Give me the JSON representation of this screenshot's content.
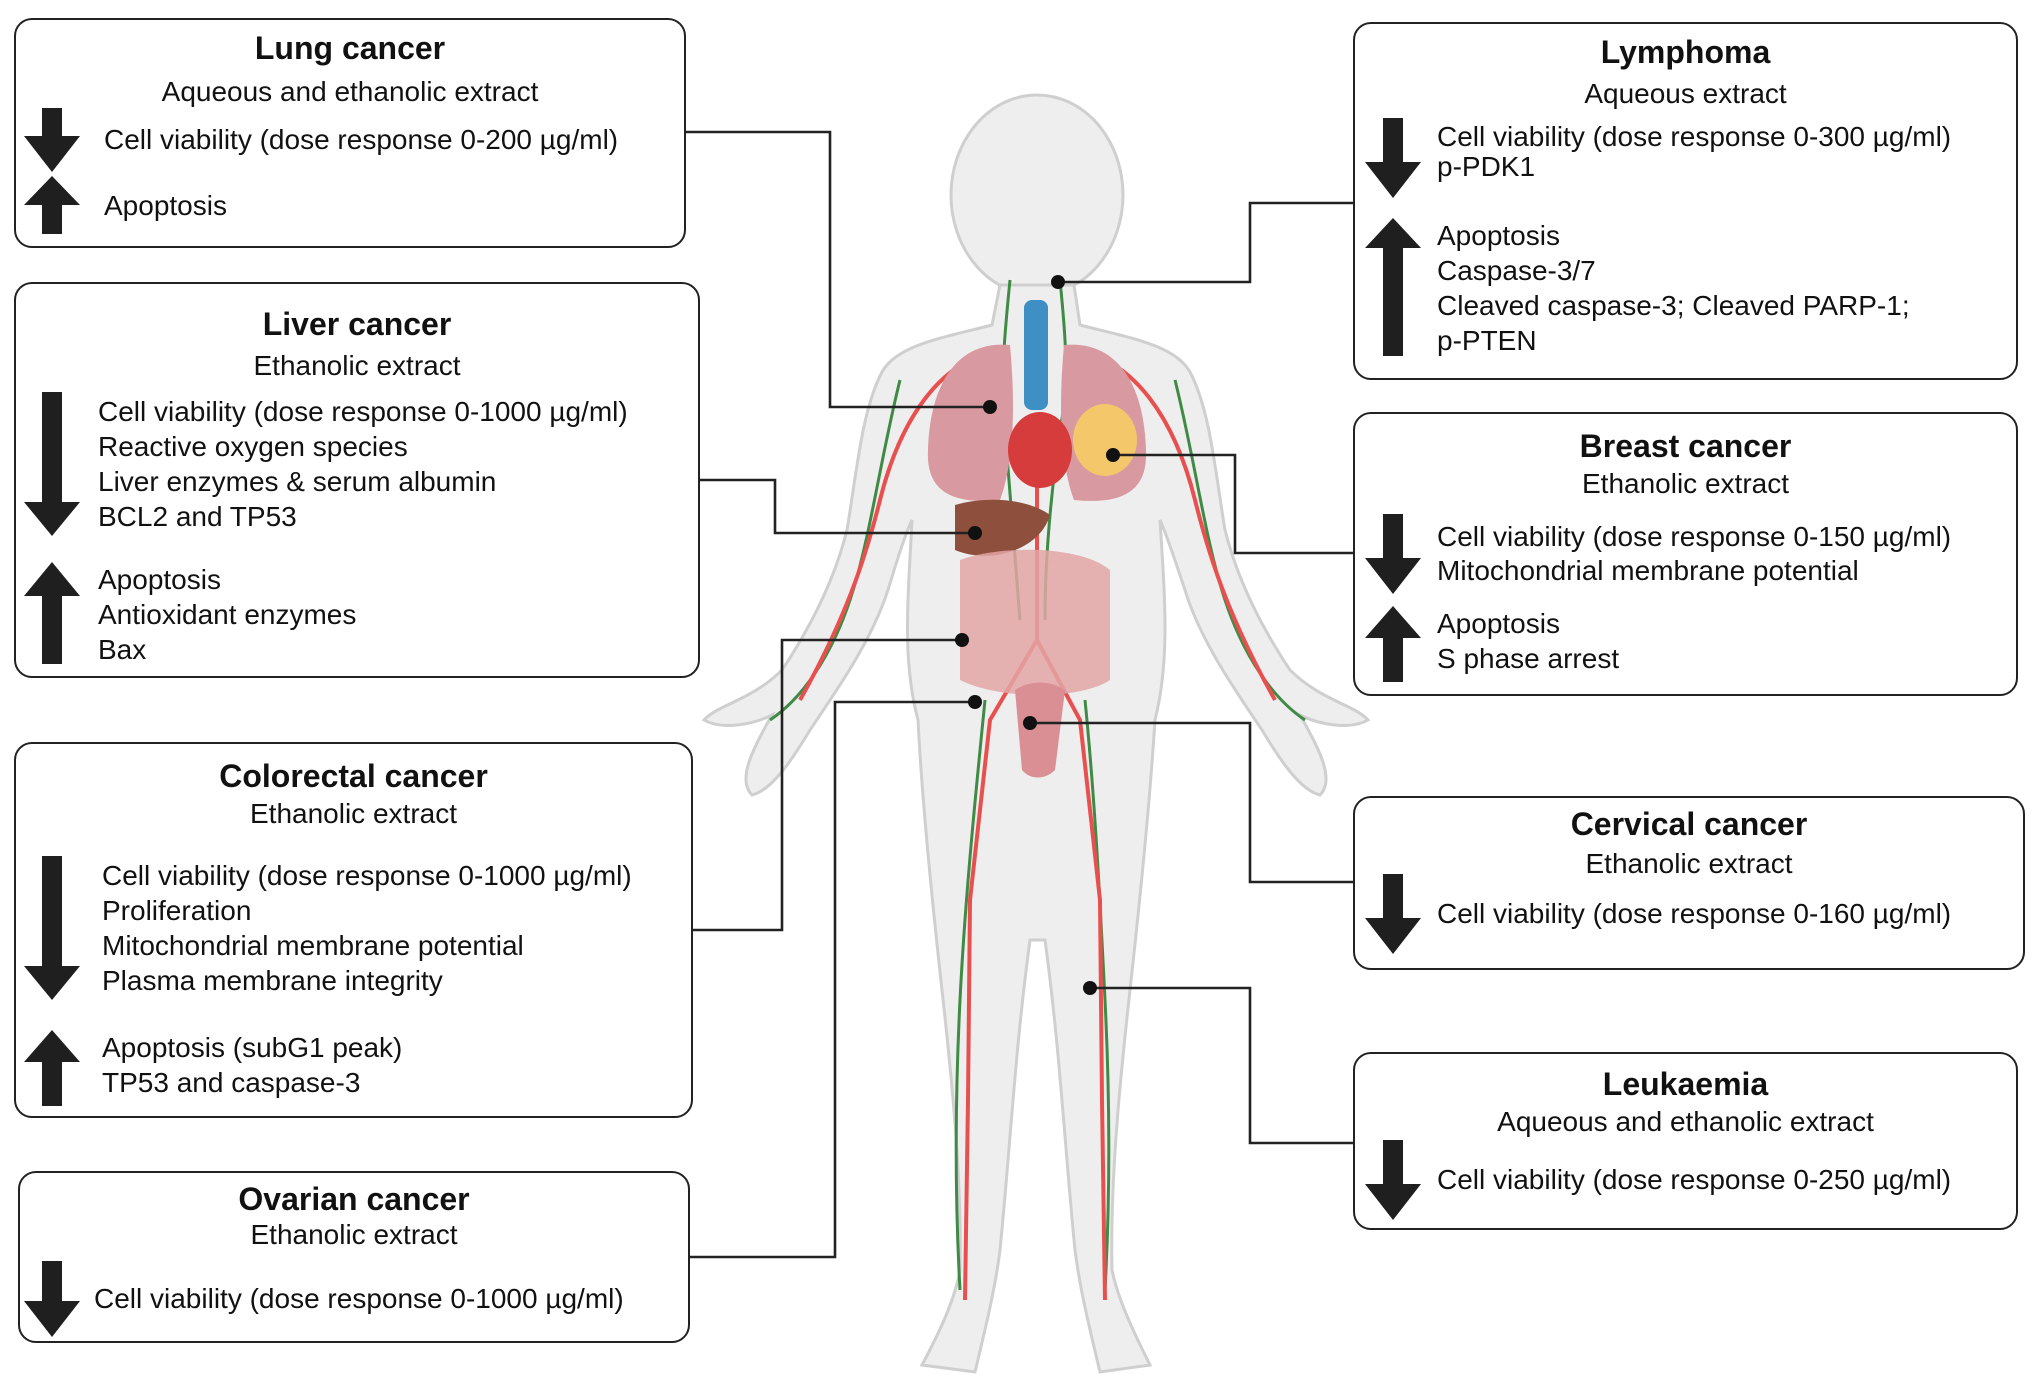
{
  "colors": {
    "border": "#222222",
    "arrow": "#1f1f1f",
    "artery": "#e8504f",
    "lymph": "#3f8a45",
    "skin": "#eeeeee"
  },
  "icons": {
    "decrease": "down-arrow-icon",
    "increase": "up-arrow-icon"
  },
  "boxes": {
    "lung": {
      "title": "Lung cancer",
      "subtitle": "Aqueous and ethanolic extract",
      "down": [
        "Cell viability (dose response 0-200 µg/ml)"
      ],
      "up": [
        "Apoptosis"
      ]
    },
    "liver": {
      "title": "Liver cancer",
      "subtitle": "Ethanolic extract",
      "down": [
        "Cell viability (dose response 0-1000 µg/ml)",
        "Reactive oxygen species",
        "Liver enzymes & serum albumin",
        "BCL2 and TP53"
      ],
      "up": [
        "Apoptosis",
        "Antioxidant enzymes",
        "Bax"
      ]
    },
    "colorectal": {
      "title": "Colorectal cancer",
      "subtitle": "Ethanolic extract",
      "down": [
        "Cell viability (dose response 0-1000 µg/ml)",
        "Proliferation",
        "Mitochondrial membrane potential",
        "Plasma membrane integrity"
      ],
      "up": [
        "Apoptosis (subG1 peak)",
        "TP53 and caspase-3"
      ]
    },
    "ovarian": {
      "title": "Ovarian cancer",
      "subtitle": "Ethanolic extract",
      "down": [
        "Cell viability (dose response 0-1000 µg/ml)"
      ]
    },
    "lymphoma": {
      "title": "Lymphoma",
      "subtitle": "Aqueous extract",
      "down": [
        "Cell viability (dose response 0-300 µg/ml)",
        "p-PDK1"
      ],
      "up": [
        "Apoptosis",
        "Caspase-3/7",
        "Cleaved caspase-3; Cleaved PARP-1;",
        "p-PTEN"
      ]
    },
    "breast": {
      "title": "Breast cancer",
      "subtitle": "Ethanolic extract",
      "down": [
        "Cell viability (dose response 0-150 µg/ml)",
        "Mitochondrial membrane potential"
      ],
      "up": [
        "Apoptosis",
        "S phase arrest"
      ]
    },
    "cervical": {
      "title": "Cervical cancer",
      "subtitle": "Ethanolic extract",
      "down": [
        "Cell viability (dose response 0-160 µg/ml)"
      ]
    },
    "leukaemia": {
      "title": "Leukaemia",
      "subtitle": "Aqueous and ethanolic extract",
      "down": [
        "Cell viability (dose response 0-250 µg/ml)"
      ]
    }
  }
}
